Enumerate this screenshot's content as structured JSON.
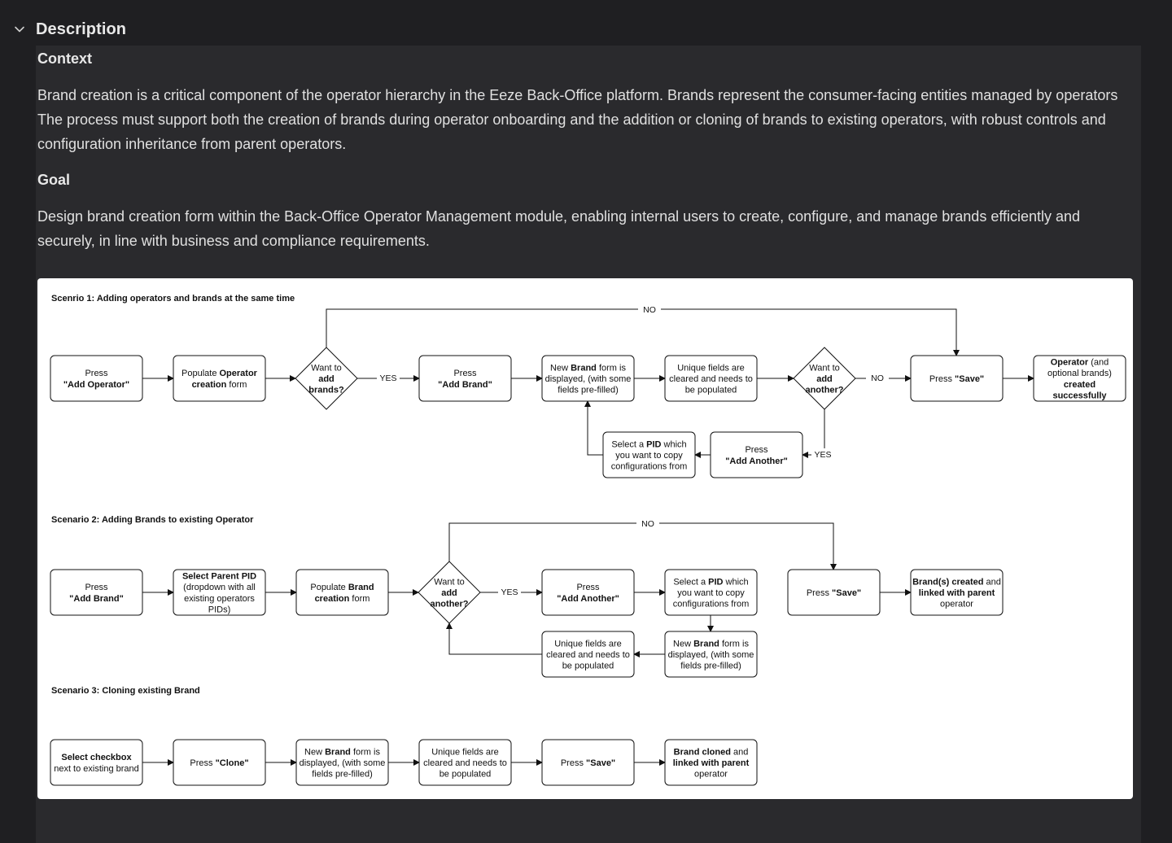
{
  "section": {
    "title": "Description",
    "chevron_icon": "chevron-down-icon"
  },
  "context": {
    "heading": "Context",
    "body": "Brand creation is a critical component of the operator hierarchy in the Eeze Back-Office platform. Brands represent the consumer-facing entities managed by operators The process must support both the creation of brands during operator onboarding and the addition or cloning of brands to existing operators, with robust controls and configuration inheritance from parent operators."
  },
  "goal": {
    "heading": "Goal",
    "body": "Design brand creation form within the Back-Office Operator Management module, enabling internal users to create, configure, and manage brands efficiently and securely, in line with business and compliance requirements."
  },
  "diagram": {
    "scenario1": {
      "title": "Scenrio 1: Adding operators and brands at the same time",
      "press_add_operator": [
        "Press",
        "\"Add Operator\""
      ],
      "populate_operator": [
        "Populate Operator",
        "creation form"
      ],
      "want_add_brands": [
        "Want to",
        "add",
        "brands?"
      ],
      "yes_label": "YES",
      "press_add_brand": [
        "Press",
        "\"Add Brand\""
      ],
      "new_brand_form": [
        "New Brand form is",
        "displayed, (with some",
        "fields pre-filled)"
      ],
      "unique_fields": [
        "Unique fields are",
        "cleared and needs to",
        "be populated"
      ],
      "want_add_another": [
        "Want to",
        "add",
        "another?"
      ],
      "no_label": "NO",
      "press_save": [
        "Press \"Save\""
      ],
      "operator_created": [
        "Operator (and",
        "optional brands)",
        "created",
        "successfully"
      ],
      "press_add_another": [
        "Press",
        "\"Add Another\""
      ],
      "select_pid": [
        "Select a PID which",
        "you want to copy",
        "configurations from"
      ],
      "yes_label_2": "YES",
      "top_no_label": "NO"
    },
    "scenario2": {
      "title": "Scenario 2: Adding Brands to existing Operator",
      "press_add_brand": [
        "Press",
        "\"Add Brand\""
      ],
      "select_parent_pid": [
        "Select Parent PID",
        "(dropdown with all",
        "existing operators",
        "PIDs)"
      ],
      "populate_brand": [
        "Populate Brand",
        "creation form"
      ],
      "want_add_another": [
        "Want to",
        "add",
        "another?"
      ],
      "yes_label": "YES",
      "press_add_another": [
        "Press",
        "\"Add Another\""
      ],
      "select_pid": [
        "Select a PID which",
        "you want to copy",
        "configurations from"
      ],
      "press_save": [
        "Press \"Save\""
      ],
      "brands_created": [
        "Brand(s) created and",
        "linked with parent",
        "operator"
      ],
      "unique_fields": [
        "Unique fields are",
        "cleared and needs to",
        "be populated"
      ],
      "new_brand_form": [
        "New Brand form is",
        "displayed, (with some",
        "fields pre-filled)"
      ],
      "top_no_label": "NO"
    },
    "scenario3": {
      "title": "Scenario 3: Cloning existing Brand",
      "select_checkbox": [
        "Select checkbox",
        "next to existing brand"
      ],
      "press_clone": [
        "Press \"Clone\""
      ],
      "new_brand_form": [
        "New Brand form is",
        "displayed, (with some",
        "fields pre-filled)"
      ],
      "unique_fields": [
        "Unique fields are",
        "cleared and needs to",
        "be populated"
      ],
      "press_save": [
        "Press \"Save\""
      ],
      "brand_cloned": [
        "Brand cloned and",
        "linked with parent",
        "operator"
      ]
    }
  }
}
